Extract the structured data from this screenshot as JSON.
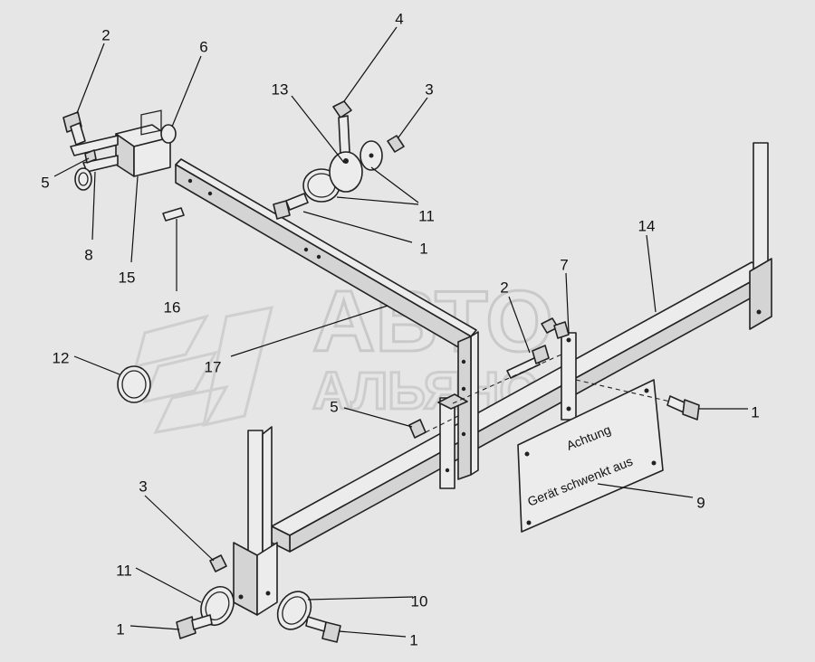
{
  "watermark": {
    "line1": "АВТО",
    "line2": "АЛЬЯНС"
  },
  "sign": {
    "line1": "Achtung",
    "line2": "Gerät schwenkt aus"
  },
  "callouts": [
    {
      "id": "c1",
      "label": "2"
    },
    {
      "id": "c2",
      "label": "6"
    },
    {
      "id": "c3",
      "label": "4"
    },
    {
      "id": "c4",
      "label": "13"
    },
    {
      "id": "c5",
      "label": "3"
    },
    {
      "id": "c6",
      "label": "5"
    },
    {
      "id": "c7",
      "label": "8"
    },
    {
      "id": "c8",
      "label": "15"
    },
    {
      "id": "c9",
      "label": "11"
    },
    {
      "id": "c10",
      "label": "1"
    },
    {
      "id": "c11",
      "label": "16"
    },
    {
      "id": "c12",
      "label": "14"
    },
    {
      "id": "c13",
      "label": "7"
    },
    {
      "id": "c14",
      "label": "2"
    },
    {
      "id": "c15",
      "label": "12"
    },
    {
      "id": "c16",
      "label": "17"
    },
    {
      "id": "c17",
      "label": "5"
    },
    {
      "id": "c18",
      "label": "1"
    },
    {
      "id": "c19",
      "label": "9"
    },
    {
      "id": "c20",
      "label": "3"
    },
    {
      "id": "c21",
      "label": "11"
    },
    {
      "id": "c22",
      "label": "10"
    },
    {
      "id": "c23",
      "label": "1"
    },
    {
      "id": "c24",
      "label": "1"
    }
  ]
}
